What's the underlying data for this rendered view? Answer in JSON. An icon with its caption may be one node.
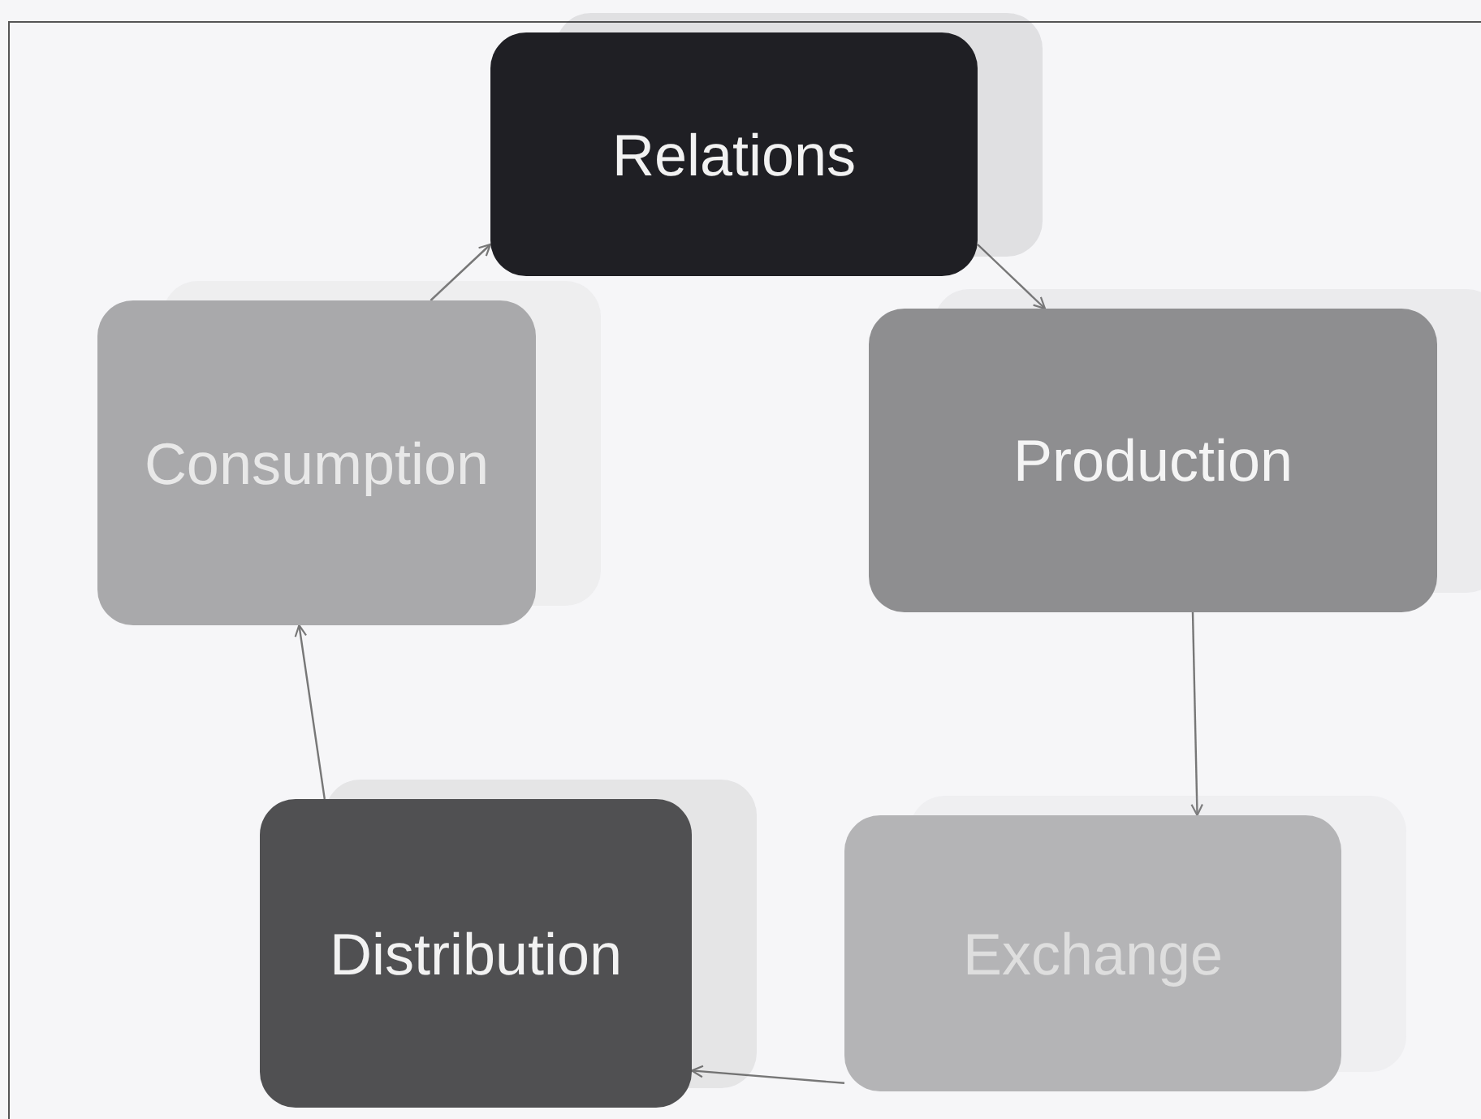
{
  "diagram": {
    "nodes": [
      {
        "text": [
          "Relations"
        ]
      },
      {
        "text": [
          "Production"
        ]
      },
      {
        "text": [
          "Exchange"
        ]
      },
      {
        "text": [
          "Distribution"
        ]
      },
      {
        "text": [
          "Consumption"
        ]
      }
    ],
    "edges": [
      {
        "from": 0,
        "to": 1,
        "arrow": "to"
      },
      {
        "from": 1,
        "to": 2,
        "arrow": "to"
      },
      {
        "from": 2,
        "to": 3,
        "arrow": "to"
      },
      {
        "from": 3,
        "to": 4,
        "arrow": "to"
      },
      {
        "from": 4,
        "to": 0,
        "arrow": "to"
      }
    ]
  }
}
